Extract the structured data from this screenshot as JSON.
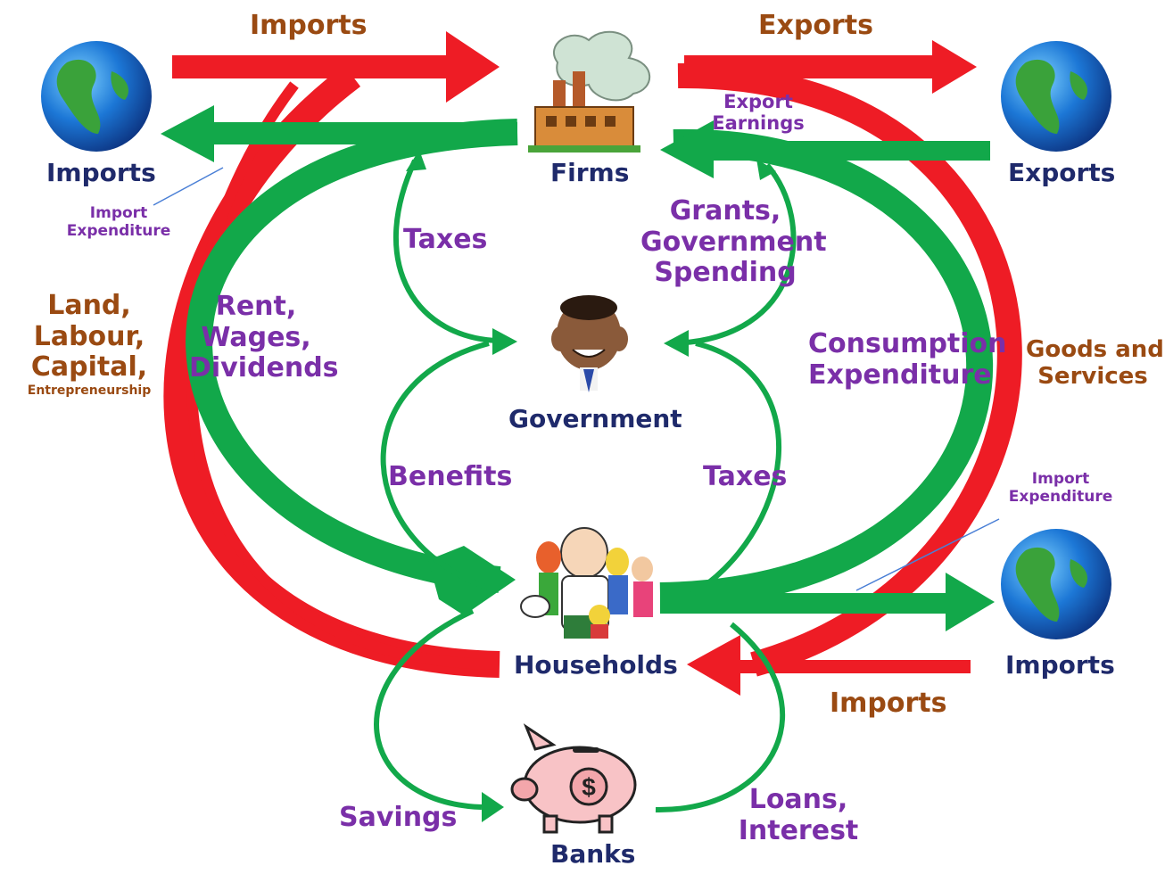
{
  "nodes": {
    "firms": "Firms",
    "government": "Government",
    "households": "Households",
    "banks": "Banks",
    "imports_top_left": "Imports",
    "exports_top_right": "Exports",
    "imports_bottom_right": "Imports"
  },
  "flows": {
    "imports_top": "Imports",
    "exports_top": "Exports",
    "imports_bottom": "Imports",
    "export_earnings": [
      "Export",
      "Earnings"
    ],
    "import_expenditure_left": [
      "Import",
      "Expenditure"
    ],
    "import_expenditure_right": [
      "Import",
      "Expenditure"
    ],
    "factors": [
      "Land,",
      "Labour,",
      "Capital,",
      "Entrepreneurship"
    ],
    "rent_wages": [
      "Rent,",
      "Wages,",
      "Dividends"
    ],
    "taxes_firms": "Taxes",
    "grants": [
      "Grants,",
      "Government",
      "Spending"
    ],
    "consumption": [
      "Consumption",
      "Expenditure"
    ],
    "goods_services": [
      "Goods and",
      "Services"
    ],
    "benefits": "Benefits",
    "taxes_households": "Taxes",
    "savings": "Savings",
    "loans": [
      "Loans,",
      "Interest"
    ]
  },
  "colors": {
    "red_flow": "#ee1c25",
    "green_flow": "#12a84a",
    "node_text": "#1f2a6b",
    "brown_text": "#9a4a12",
    "purple_text": "#7a2fa8"
  },
  "icons": {
    "firms": "factory-icon",
    "government": "politician-caricature-icon",
    "households": "family-cartoon-icon",
    "banks": "piggy-bank-icon",
    "world": "globe-icon"
  }
}
